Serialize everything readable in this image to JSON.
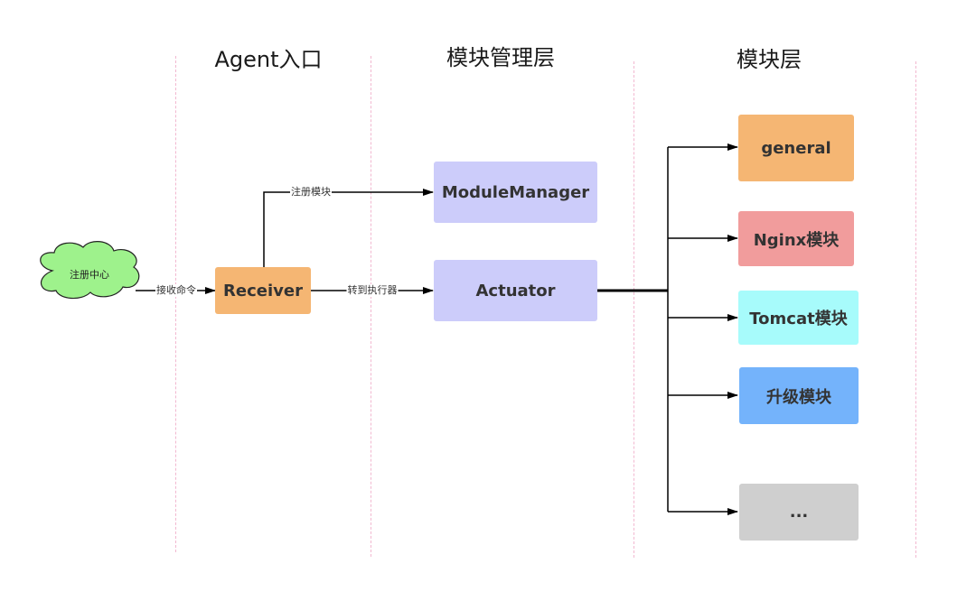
{
  "lanes": [
    {
      "title": "Agent入口"
    },
    {
      "title": "模块管理层"
    },
    {
      "title": "模块层"
    }
  ],
  "nodes": {
    "registry": {
      "label": "注册中心",
      "color": "#9ef28c"
    },
    "receiver": {
      "label": "Receiver",
      "color": "#f5b673"
    },
    "module_manager": {
      "label": "ModuleManager",
      "color": "#ccccfa"
    },
    "actuator": {
      "label": "Actuator",
      "color": "#ccccfa"
    },
    "general": {
      "label": "general",
      "color": "#f5b673"
    },
    "nginx": {
      "label": "Nginx模块",
      "color": "#f19c9c"
    },
    "tomcat": {
      "label": "Tomcat模块",
      "color": "#a7fbfb"
    },
    "upgrade": {
      "label": "升级模块",
      "color": "#74b3fb"
    },
    "more": {
      "label": "...",
      "color": "#cfcfcf"
    }
  },
  "edges": {
    "receive_command": {
      "label": "接收命令"
    },
    "register_module": {
      "label": "注册模块"
    },
    "forward_to_executor": {
      "label": "转到执行器"
    }
  },
  "colors": {
    "divider": "#f2b8d0",
    "line": "#000000"
  }
}
